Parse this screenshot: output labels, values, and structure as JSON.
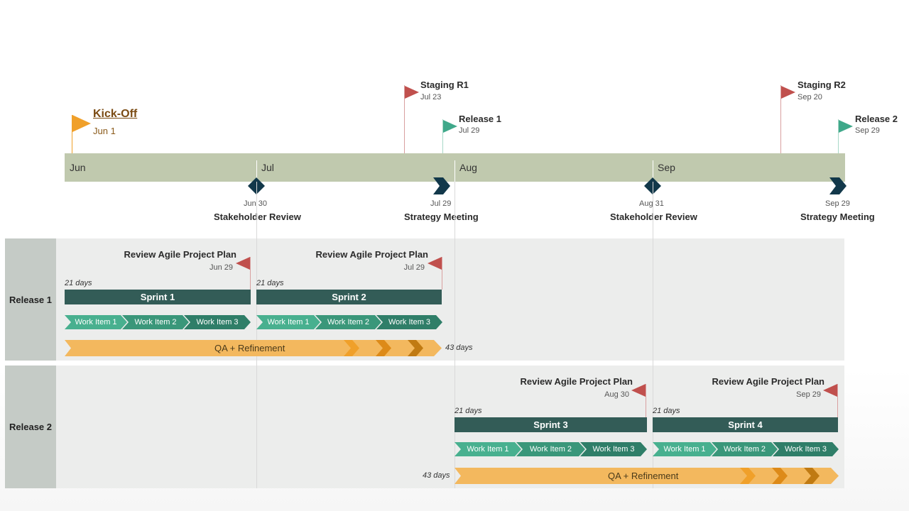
{
  "milestones_top": [
    {
      "title": "Kick-Off",
      "date": "Jun 1",
      "color": "#f0a02a"
    },
    {
      "title": "Staging R1",
      "date": "Jul 23",
      "color": "#c0504d"
    },
    {
      "title": "Release 1",
      "date": "Jul 29",
      "color": "#3fa88a"
    },
    {
      "title": "Staging R2",
      "date": "Sep 20",
      "color": "#c0504d"
    },
    {
      "title": "Release 2",
      "date": "Sep 29",
      "color": "#3fa88a"
    }
  ],
  "timeline": {
    "months": [
      "Jun",
      "Jul",
      "Aug",
      "Sep"
    ],
    "bar_color": "#c0c9ae"
  },
  "timeline_events": [
    {
      "date": "Jun 30",
      "title": "Stakeholder Review",
      "shape": "diamond"
    },
    {
      "date": "Jul 29",
      "title": "Strategy Meeting",
      "shape": "chevron"
    },
    {
      "date": "Aug 31",
      "title": "Stakeholder Review",
      "shape": "diamond"
    },
    {
      "date": "Sep 29",
      "title": "Strategy Meeting",
      "shape": "chevron"
    }
  ],
  "releases": [
    {
      "label": "Release 1",
      "reviews": [
        {
          "title": "Review Agile Project Plan",
          "date": "Jun 29"
        },
        {
          "title": "Review Agile Project Plan",
          "date": "Jul 29"
        }
      ],
      "sprints": [
        {
          "name": "Sprint 1",
          "duration": "21 days",
          "work_items": [
            "Work Item 1",
            "Work Item 2",
            "Work Item 3"
          ]
        },
        {
          "name": "Sprint 2",
          "duration": "21 days",
          "work_items": [
            "Work Item 1",
            "Work Item 2",
            "Work Item 3"
          ]
        }
      ],
      "qa": {
        "label": "QA + Refinement",
        "duration": "43 days"
      }
    },
    {
      "label": "Release 2",
      "reviews": [
        {
          "title": "Review Agile Project Plan",
          "date": "Aug 30"
        },
        {
          "title": "Review Agile Project Plan",
          "date": "Sep 29"
        }
      ],
      "sprints": [
        {
          "name": "Sprint 3",
          "duration": "21 days",
          "work_items": [
            "Work Item 1",
            "Work Item 2",
            "Work Item 3"
          ]
        },
        {
          "name": "Sprint 4",
          "duration": "21 days",
          "work_items": [
            "Work Item 1",
            "Work Item 2",
            "Work Item 3"
          ]
        }
      ],
      "qa": {
        "label": "QA + Refinement",
        "duration": "43 days"
      }
    }
  ],
  "colors": {
    "sprint_bar": "#335c57",
    "work_item_light": "#48b08f",
    "work_item_mid": "#3a977a",
    "work_item_dark": "#2f7e68",
    "qa_bar": "#f3b85e",
    "qa_chevron_1": "#f0a02a",
    "qa_chevron_2": "#dd8a18",
    "qa_chevron_3": "#c07a12",
    "event_marker": "#12384a",
    "review_flag": "#c0504d"
  }
}
